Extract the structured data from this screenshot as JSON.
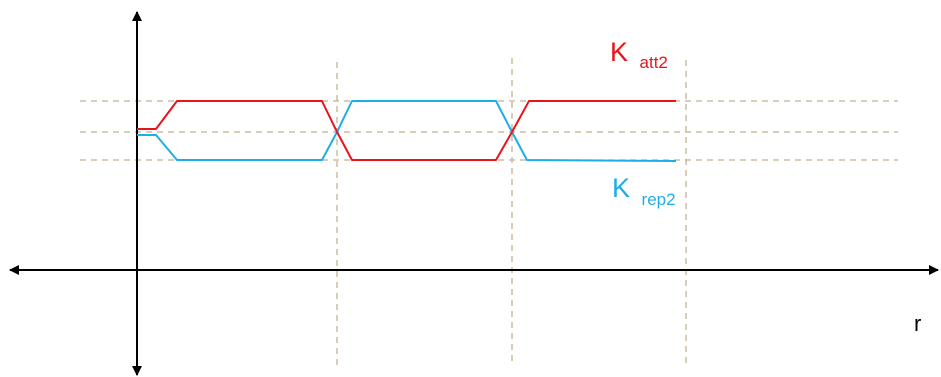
{
  "diagram": {
    "axis_label_x": "r",
    "curves": [
      {
        "name": "K",
        "subscript": "att2",
        "color": "#e8141b"
      },
      {
        "name": "K",
        "subscript": "rep2",
        "color": "#1eaee6"
      }
    ],
    "colors": {
      "axis": "#000000",
      "guide": "#c2b28e",
      "background": "#ffffff"
    }
  }
}
